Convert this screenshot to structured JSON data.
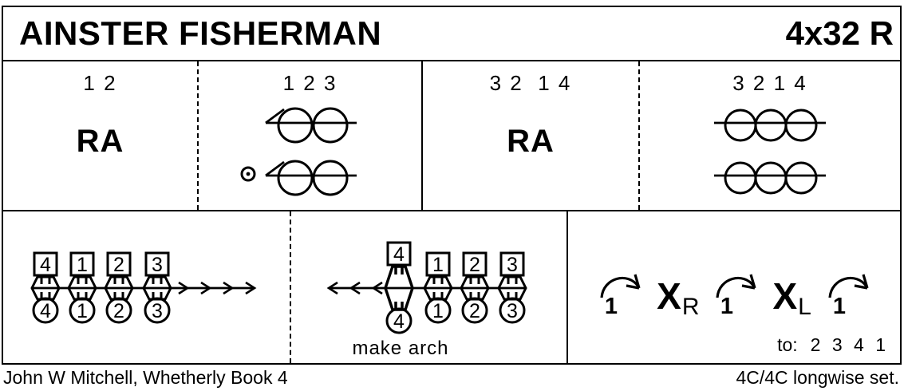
{
  "header": {
    "title": "AINSTER FISHERMAN",
    "repeat_code": "4x32 R"
  },
  "bars_row": {
    "cell1": {
      "heading": "1 2",
      "figure": "RA"
    },
    "cell2": {
      "heading": "1 2 3",
      "symbols": [
        "two-circle-allemande-arrow",
        "two-circle-allemande-arrow"
      ],
      "marker": "dot-in-circle"
    },
    "cell3": {
      "heading": "3 2  1 4",
      "figure": "RA"
    },
    "cell4": {
      "heading": "3 2 1 4",
      "symbols": [
        "three-circle-line",
        "three-circle-line"
      ]
    }
  },
  "progression_row": {
    "left": {
      "couples": [
        "4",
        "1",
        "2",
        "3"
      ],
      "arrow_direction": "right"
    },
    "middle": {
      "couples": [
        "4",
        "1",
        "2",
        "3"
      ],
      "arrow_direction": "left",
      "caption": "make arch"
    },
    "right": {
      "turns": [
        "1",
        "1",
        "1"
      ],
      "crossings": [
        {
          "label": "X",
          "sub": "R"
        },
        {
          "label": "X",
          "sub": "L"
        }
      ],
      "to_label": "to:",
      "to_order": "2 3 4 1"
    }
  },
  "footer": {
    "credit": "John W Mitchell, Whetherly Book 4",
    "set_type": "4C/4C longwise set."
  }
}
